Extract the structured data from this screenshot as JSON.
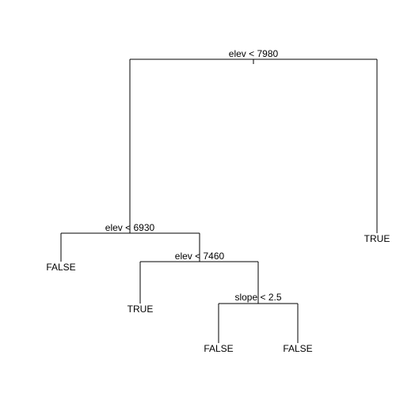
{
  "tree": {
    "splits": {
      "root": "elev < 7980",
      "left": "elev < 6930",
      "left_right": "elev < 7460",
      "left_right_right": "slope < 2.5"
    },
    "leaves": {
      "root_right": "TRUE",
      "left_left": "FALSE",
      "left_right_left": "TRUE",
      "slope_left": "FALSE",
      "slope_right": "FALSE"
    }
  },
  "colors": {
    "line": "#000000",
    "text": "#000000",
    "background": "#ffffff"
  }
}
